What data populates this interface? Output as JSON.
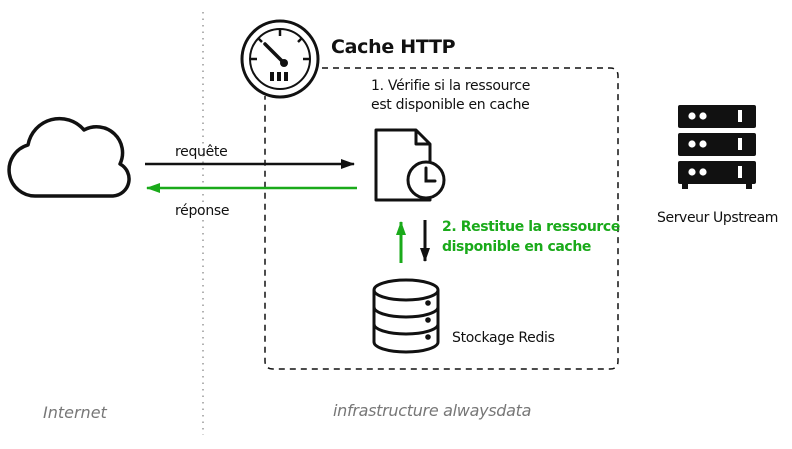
{
  "cache_title": "Cache HTTP",
  "step1": {
    "line1": "1. Vérifie si la ressource",
    "line2": "est disponible en cache"
  },
  "step2": {
    "line1": "2. Restitue la ressource",
    "line2": "disponible en cache"
  },
  "request_label": "requête",
  "response_label": "réponse",
  "upstream_label": "Serveur Upstream",
  "redis_label": "Stockage Redis",
  "zone_internet": "Internet",
  "zone_infra": "infrastructure alwaysdata",
  "colors": {
    "green": "#1aaa1a",
    "black": "#111111",
    "gray": "#777777"
  },
  "icons": [
    "gauge-icon",
    "cloud-icon",
    "document-clock-icon",
    "database-icon",
    "server-icon"
  ]
}
